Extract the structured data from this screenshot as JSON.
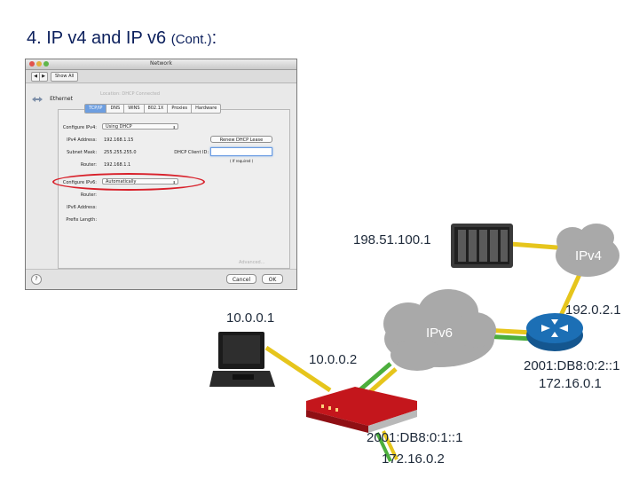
{
  "slide": {
    "title_main": "4. IP v4 and IP v6",
    "title_suffix": "(Cont.)",
    "title_colon": ":"
  },
  "dialog": {
    "window_title": "Network",
    "show_all": "Show All",
    "interface_name": "Ethernet",
    "location_faded": "Location:  DHCP Connected",
    "tabs": [
      "TCP/IP",
      "DNS",
      "WINS",
      "802.1X",
      "Proxies",
      "Hardware"
    ],
    "active_tab": "TCP/IP",
    "fields": {
      "configure_ipv4_label": "Configure IPv4:",
      "configure_ipv4_value": "Using DHCP",
      "ipv4_address_label": "IPv4 Address:",
      "ipv4_address_value": "192.168.1.15",
      "subnet_mask_label": "Subnet Mask:",
      "subnet_mask_value": "255.255.255.0",
      "router_label": "Router:",
      "router_value": "192.168.1.1",
      "dhcp_client_id_label": "DHCP Client ID:",
      "if_required": "( If required )",
      "renew_dhcp_button": "Renew DHCP Lease",
      "configure_ipv6_label": "Configure IPv6:",
      "configure_ipv6_value": "Automatically",
      "ipv6_router_label": "Router:",
      "ipv6_address_label": "IPv6 Address:",
      "prefix_length_label": "Prefix Length:"
    },
    "advanced_faded": "Advanced...",
    "help_label": "?",
    "cancel_button": "Cancel",
    "ok_button": "OK"
  },
  "network": {
    "server_ip": "198.51.100.1",
    "ipv4_cloud": "IPv4",
    "ipv6_cloud": "IPv6",
    "router_ipv4": "192.0.2.1",
    "router_ipv6": "2001:DB8:0:2::1",
    "router_lan": "172.16.0.1",
    "laptop_ip": "10.0.0.1",
    "gateway_lan_ip": "10.0.0.2",
    "gateway_ipv6": "2001:DB8:0:1::1",
    "gateway_wan_ip": "172.16.0.2"
  },
  "colors": {
    "title_color": "#0b1f5c",
    "highlight_red": "#d8202a",
    "link_yellow": "#e6c51c",
    "link_green": "#4cae3c",
    "router_blue": "#1c6fb5",
    "cloud_gray": "#a9a9a9"
  },
  "icons": [
    "network-prefs-icon",
    "ethernet-icon",
    "server-icon",
    "router-icon",
    "laptop-icon",
    "home-gateway-icon",
    "cloud-icon"
  ]
}
